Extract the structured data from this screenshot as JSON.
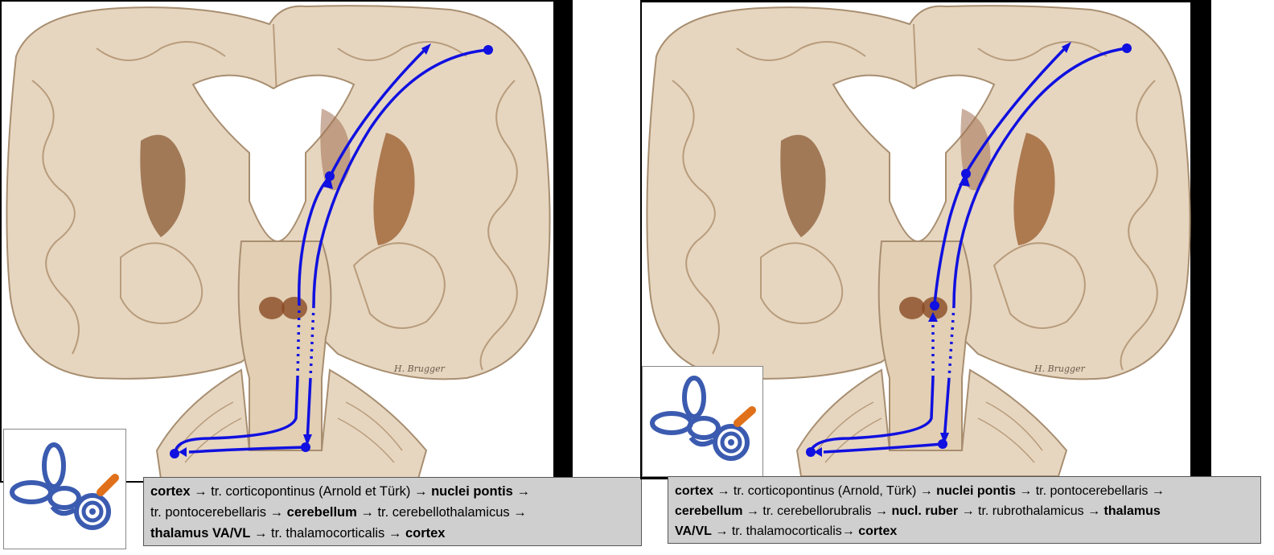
{
  "colors": {
    "pathway": "#1010e0",
    "brain_tissue": "#e6d6c0",
    "white_matter": "#efe4d2",
    "caption_bg": "#cfcfcf",
    "nucleus": "#8a4a24"
  },
  "left_figure": {
    "signature": "H. Brugger",
    "inset_icon": "inner-ear",
    "caption": {
      "line1": {
        "t1": "cortex",
        "t2": " → tr. corticopontinus (Arnold  et Türk) → ",
        "t3": "nuclei pontis",
        "t4": " →"
      },
      "line2": {
        "t1": "tr. pontocerebellaris → ",
        "t2": "cerebellum",
        "t3": " → tr. cerebellothalamicus  →"
      },
      "line3": {
        "t1": "thalamus VA/VL",
        "t2": "  → tr. thalamocorticalis → ",
        "t3": "cortex"
      }
    }
  },
  "right_figure": {
    "signature": "H. Brugger",
    "inset_icon": "inner-ear",
    "caption": {
      "line1": {
        "t1": "cortex",
        "t2": " → tr. corticopontinus (Arnold, Türk) → ",
        "t3": "nuclei pontis",
        "t4": " → tr. pontocerebellaris →"
      },
      "line2": {
        "t1": "cerebellum",
        "t2": " → tr. cerebellorubralis → ",
        "t3": "nucl. ruber",
        "t4": " → tr. rubrothalamicus  →  ",
        "t5": "thalamus"
      },
      "line3": {
        "t1": "VA/VL",
        "t2": " → tr. thalamocorticalis→ ",
        "t3": "cortex"
      }
    }
  }
}
